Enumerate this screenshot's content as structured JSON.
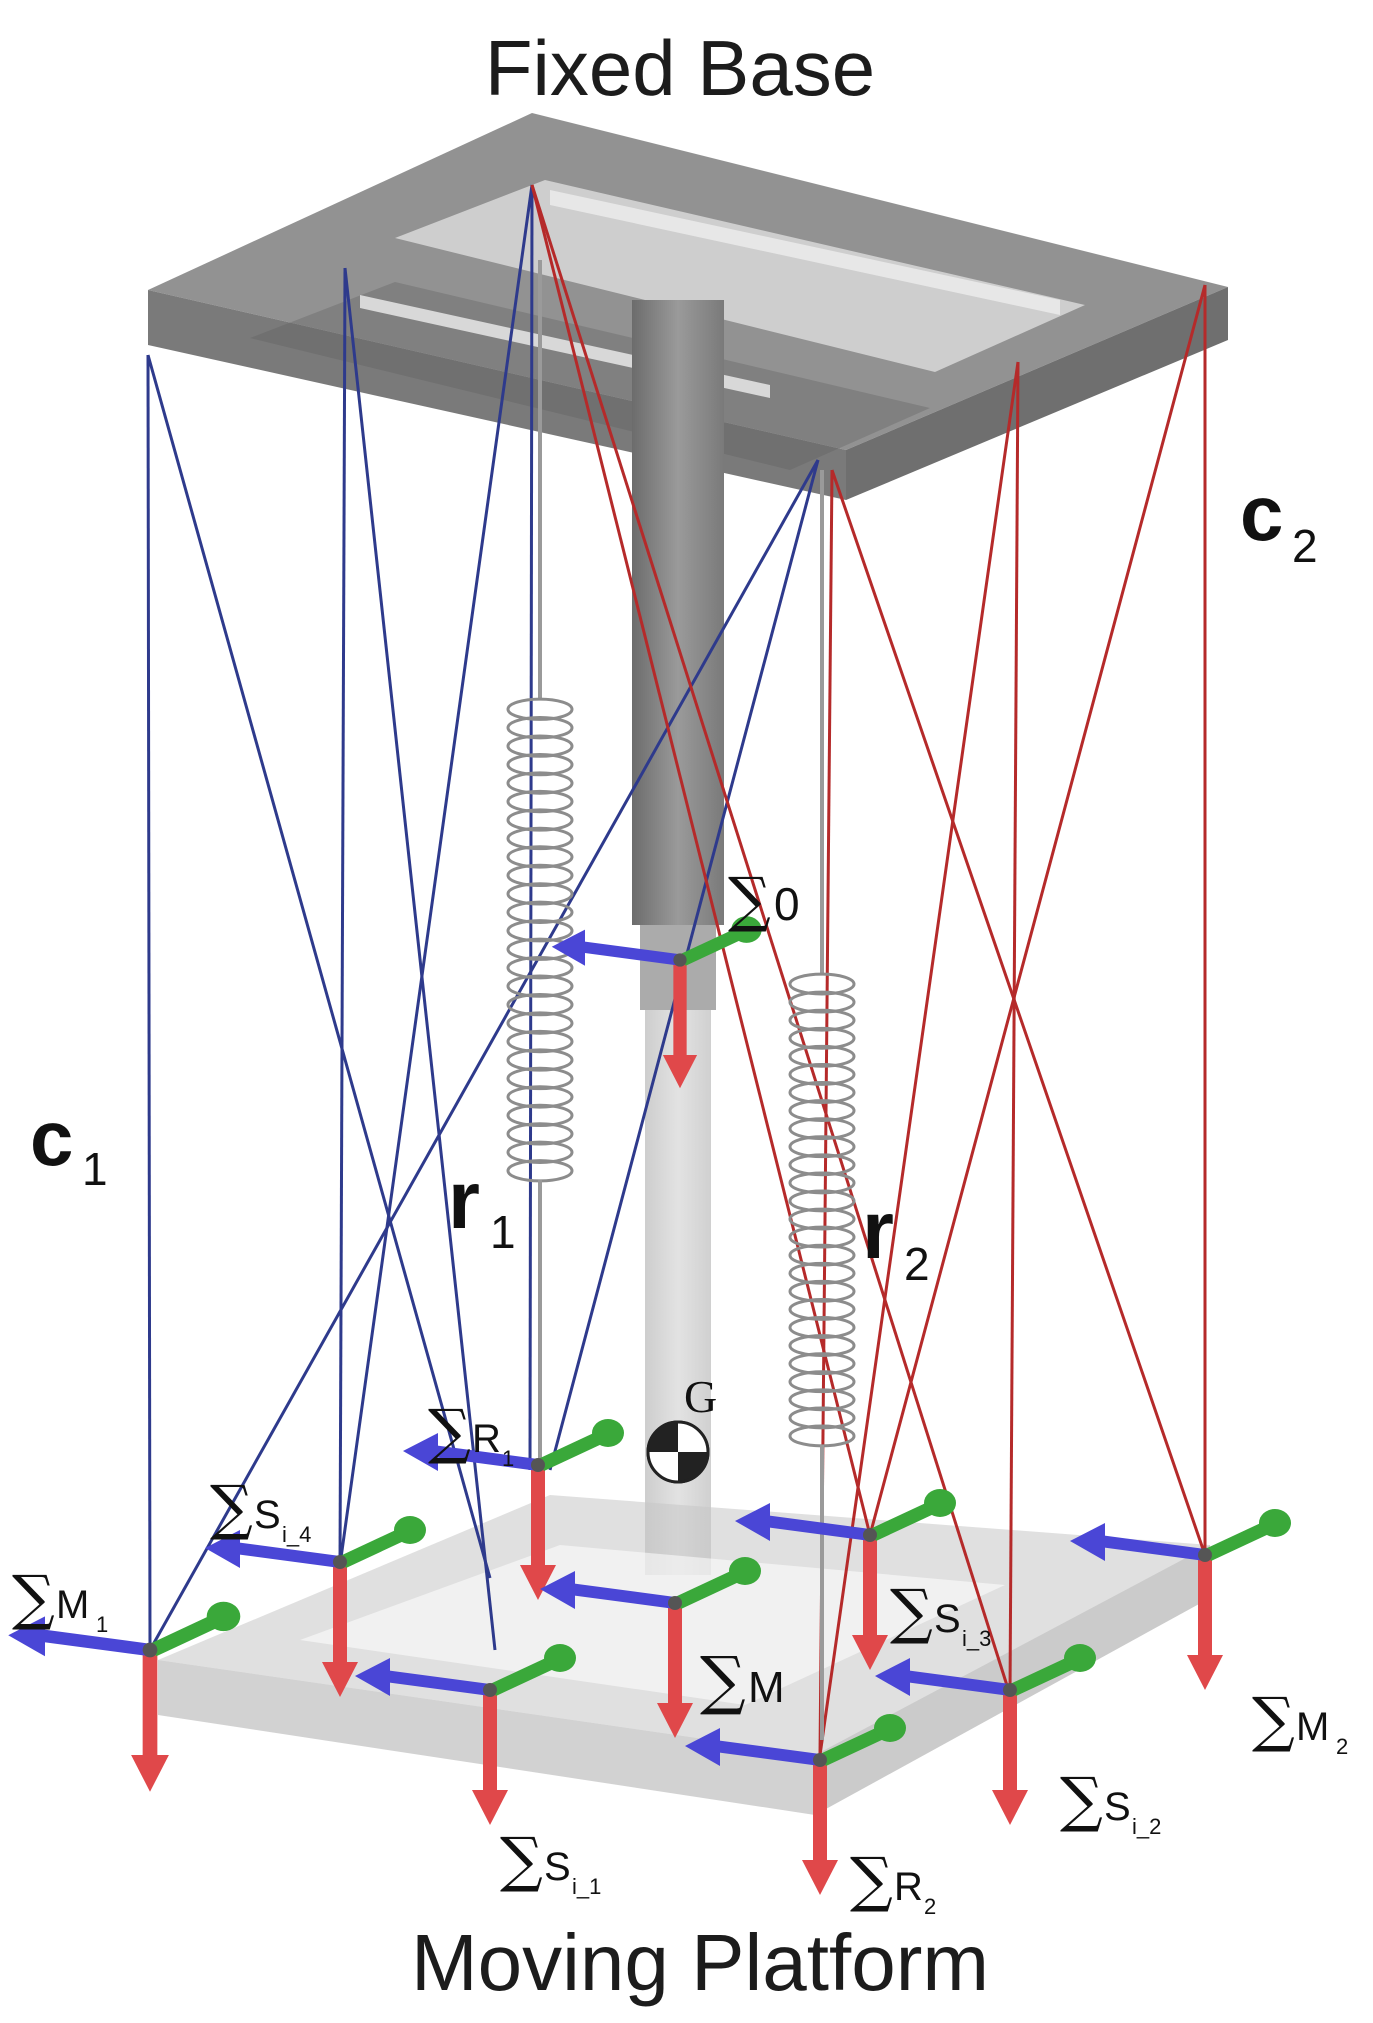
{
  "labels": {
    "top": "Fixed Base",
    "bottom": "Moving Platform",
    "cable1": "c",
    "cable1_sub": "1",
    "cable2": "c",
    "cable2_sub": "2",
    "spring1": "r",
    "spring1_sub": "1",
    "spring2": "r",
    "spring2_sub": "2",
    "cog": "G"
  },
  "frames": [
    {
      "id": "sigma-0",
      "symbol": "∑",
      "base": "0",
      "sub": ""
    },
    {
      "id": "sigma-r1",
      "symbol": "∑",
      "base": "R",
      "sub": "1"
    },
    {
      "id": "sigma-si4",
      "symbol": "∑",
      "base": "S",
      "sub": "i_4"
    },
    {
      "id": "sigma-m1",
      "symbol": "∑",
      "base": "M",
      "sub": "1"
    },
    {
      "id": "sigma-si3",
      "symbol": "∑",
      "base": "S",
      "sub": "i_3"
    },
    {
      "id": "sigma-m",
      "symbol": "∑",
      "base": "M",
      "sub": ""
    },
    {
      "id": "sigma-m2",
      "symbol": "∑",
      "base": "M",
      "sub": "2"
    },
    {
      "id": "sigma-si2",
      "symbol": "∑",
      "base": "S",
      "sub": "i_2"
    },
    {
      "id": "sigma-si1",
      "symbol": "∑",
      "base": "S",
      "sub": "i_1"
    },
    {
      "id": "sigma-r2",
      "symbol": "∑",
      "base": "R",
      "sub": "2"
    }
  ],
  "colors": {
    "cable_blue": "#2e3a8c",
    "cable_red": "#b52a2a",
    "axis_x": "#4a46d6",
    "axis_y": "#3aa83a",
    "axis_z": "#e0484a",
    "frame_gray": "#8a8a8a",
    "platform_gray": "#c4c4c4"
  },
  "icons": [
    "center-of-gravity-icon",
    "coordinate-frame-icon",
    "spring-icon"
  ]
}
